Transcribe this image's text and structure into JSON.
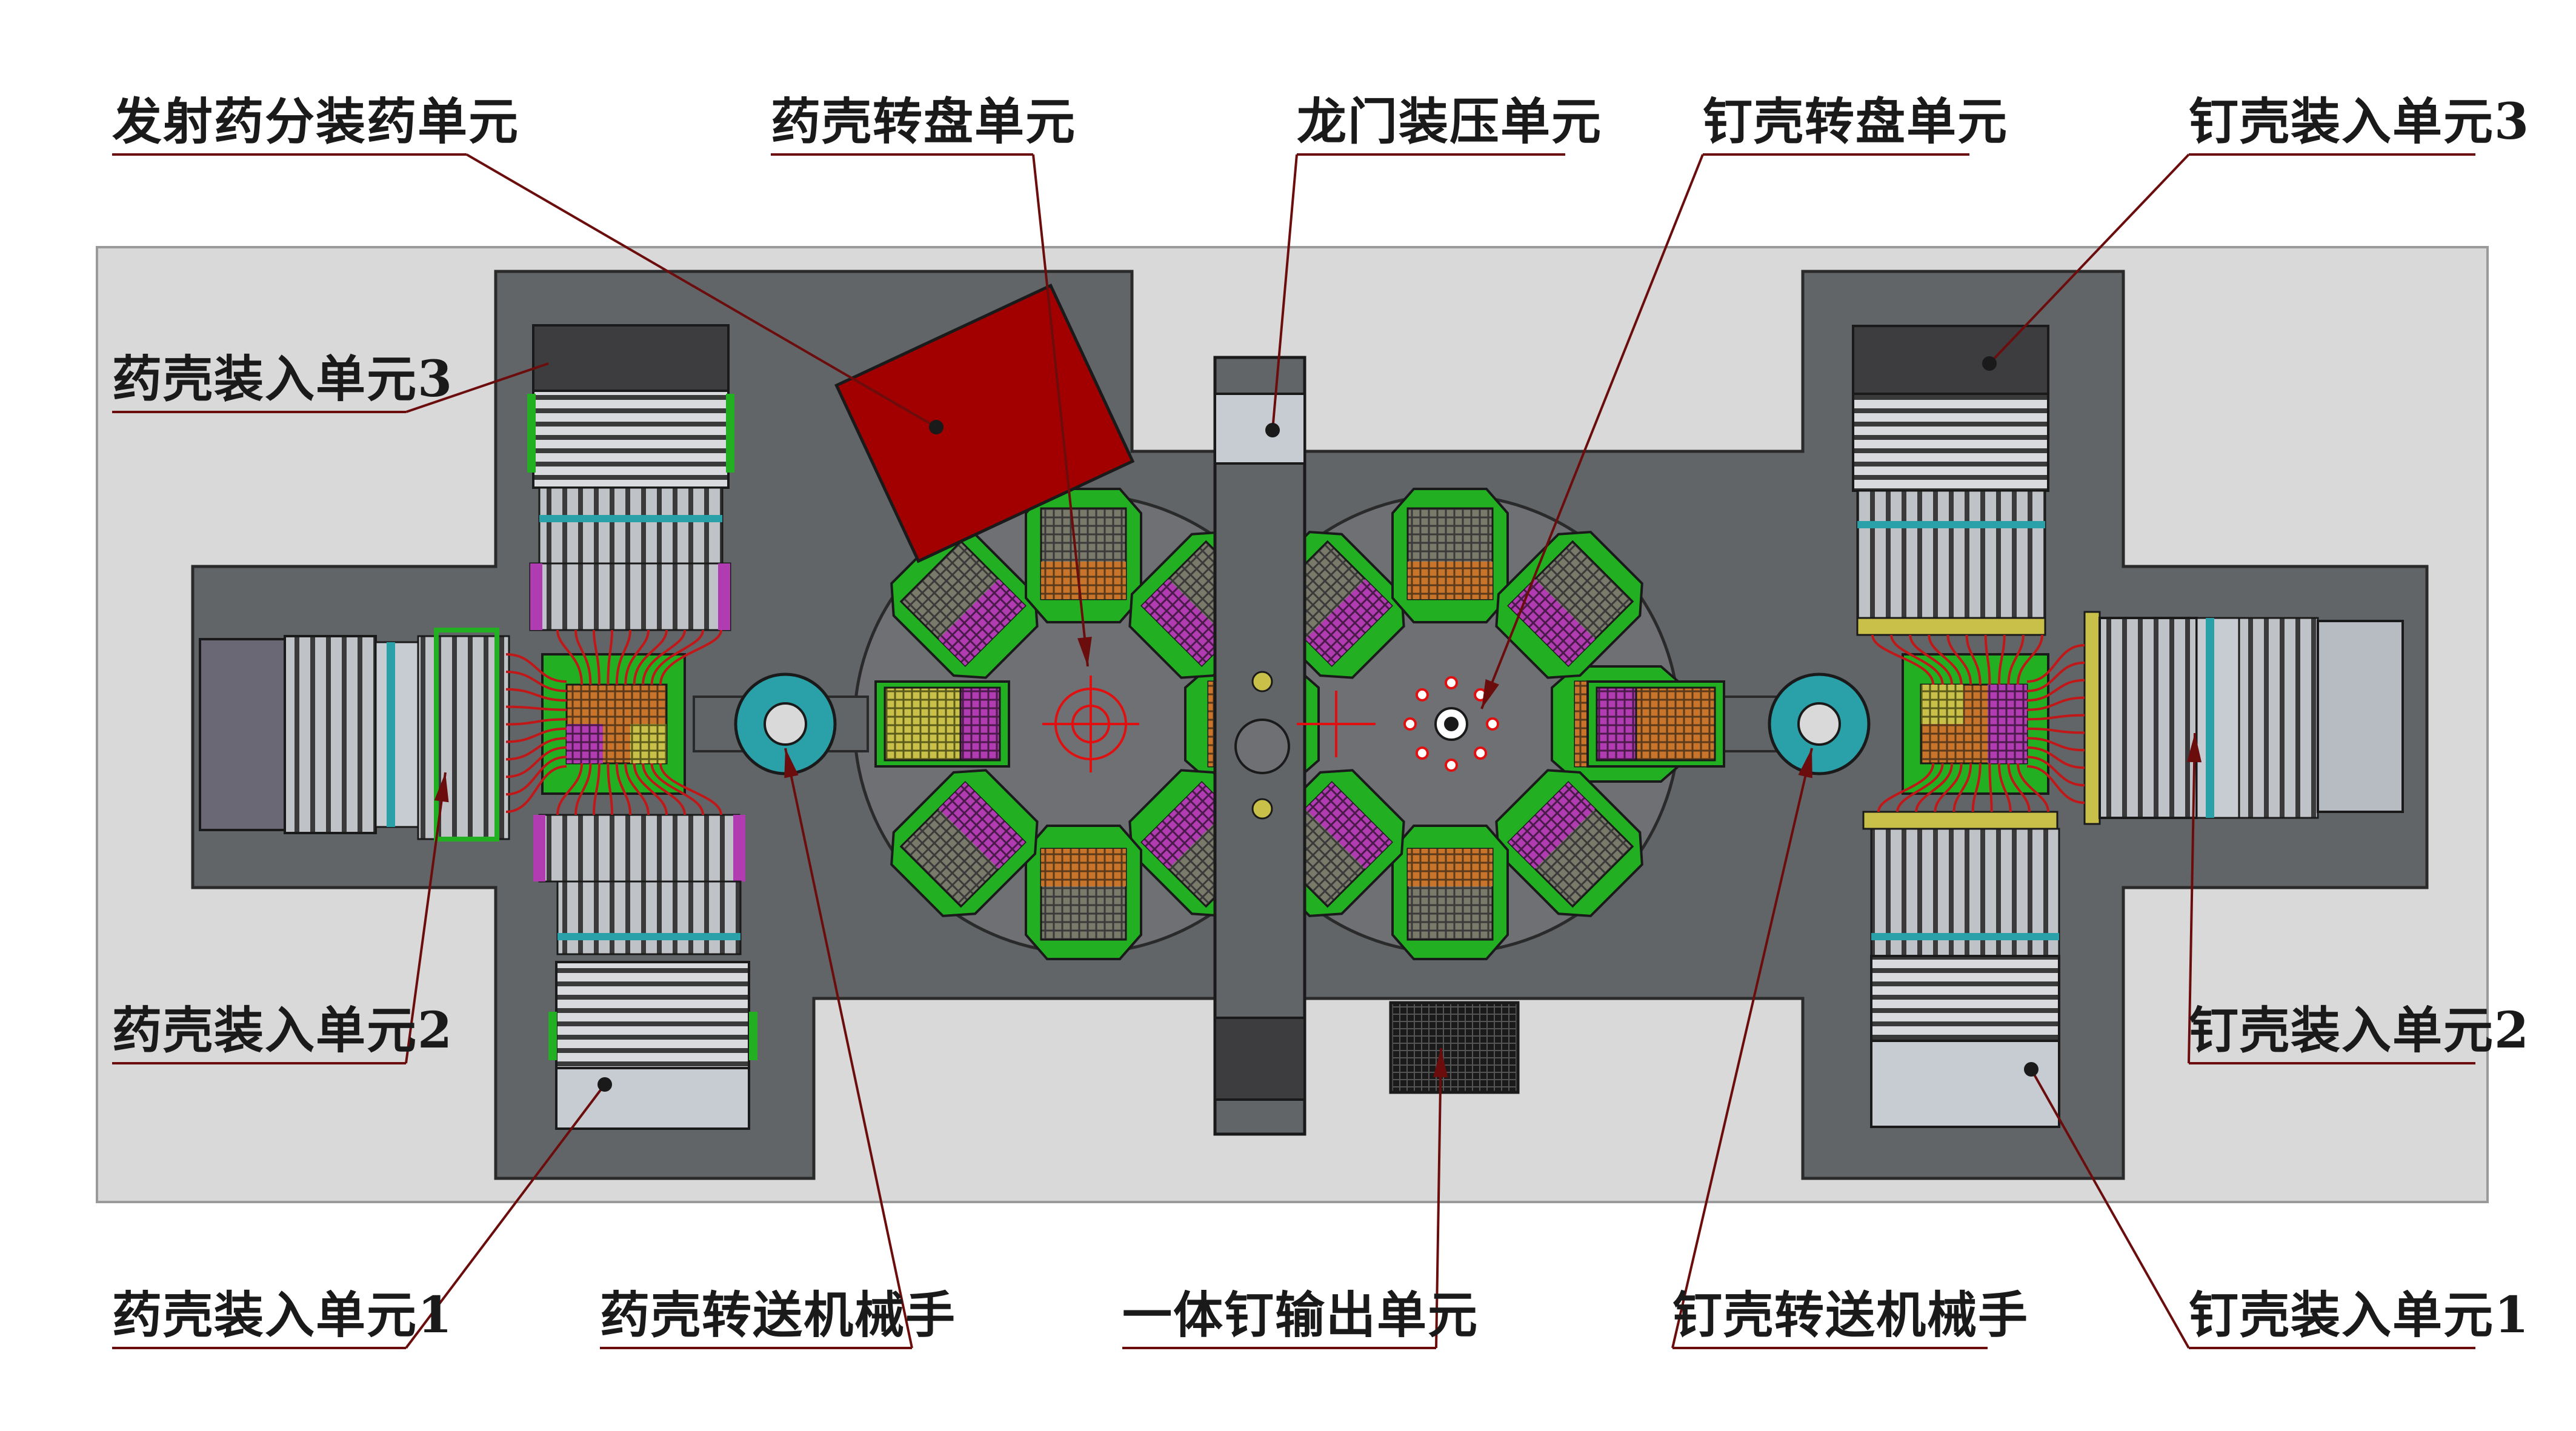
{
  "colors": {
    "background": "#ffffff",
    "base_plate": "#d9d9d9",
    "machine_body": "#626568",
    "dark_block": "#3d3d40",
    "light_block": "#c7ccd3",
    "turntable": "#6e7074",
    "nest_green": "#22b022",
    "purple": "#b13cb1",
    "orange": "#c8742a",
    "yellow": "#c9c04a",
    "red_block": "#a20000",
    "teal": "#2aa0a8",
    "leader": "#6b0d0d",
    "wire": "#c01818"
  },
  "labels": {
    "launch_powder": "发射药分装药单元",
    "powder_turntable": "药壳转盘单元",
    "gantry_press": "龙门装压单元",
    "nail_turntable": "钉壳转盘单元",
    "nail_load_3": "钉壳装入单元3",
    "powder_load_3": "药壳装入单元3",
    "powder_load_2": "药壳装入单元2",
    "powder_load_1": "药壳装入单元1",
    "powder_transfer_robot": "药壳转送机械手",
    "nail_output": "一体钉输出单元",
    "nail_transfer_robot": "钉壳转送机械手",
    "nail_load_2": "钉壳装入单元2",
    "nail_load_1": "钉壳装入单元1"
  }
}
